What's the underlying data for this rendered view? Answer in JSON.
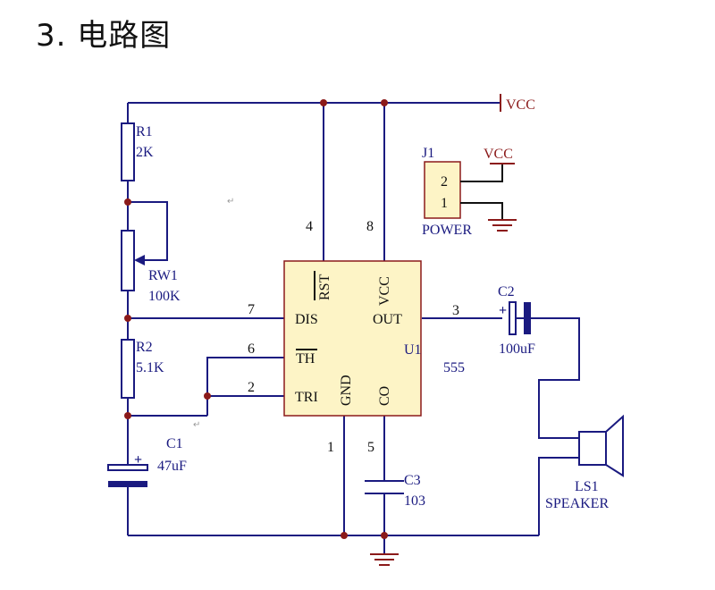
{
  "title": "3. 电路图",
  "chip": {
    "ref": "U1",
    "value": "555",
    "pins": {
      "rst": "RST",
      "vcc": "VCC",
      "dis": "DIS",
      "out": "OUT",
      "th": "TH",
      "tri": "TRI",
      "gnd": "GND",
      "co": "CO"
    },
    "pin_numbers": {
      "p4": "4",
      "p8": "8",
      "p7": "7",
      "p3": "3",
      "p6": "6",
      "p2": "2",
      "p1": "1",
      "p5": "5"
    }
  },
  "components": {
    "r1": {
      "ref": "R1",
      "value": "2K"
    },
    "rw1": {
      "ref": "RW1",
      "value": "100K"
    },
    "r2": {
      "ref": "R2",
      "value": "5.1K"
    },
    "c1": {
      "ref": "C1",
      "value": "47uF"
    },
    "c2": {
      "ref": "C2",
      "value": "100uF"
    },
    "c3": {
      "ref": "C3",
      "value": "103"
    },
    "ls1": {
      "ref": "LS1",
      "value": "SPEAKER"
    },
    "j1": {
      "ref": "J1",
      "value": "POWER",
      "pin2": "2",
      "pin1": "1"
    }
  },
  "power": {
    "vcc_main": "VCC",
    "vcc_j1": "VCC"
  },
  "polarity": {
    "c1_plus": "+",
    "c2_plus": "+"
  },
  "colors": {
    "wire": "#1a1a80",
    "chip_fill": "#fdf4c6",
    "chip_border": "#8b1a1a",
    "junction": "#8b1a1a",
    "power": "#8b1a1a"
  }
}
